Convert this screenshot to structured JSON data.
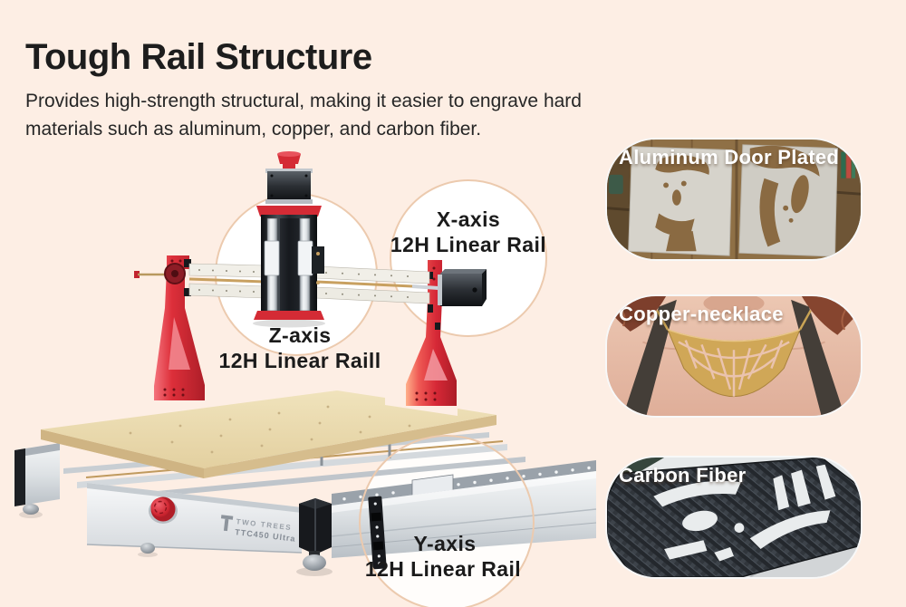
{
  "theme": {
    "background": "#fdeee4",
    "callout_ring": "#eccaae",
    "bracket_red": "#d8323c",
    "bed_tan": "#ead9ae",
    "frame_silver": "#e9ecee",
    "tower_black": "#1c1f24",
    "text_dark": "#1d1d1d",
    "label_white": "#ffffff"
  },
  "header": {
    "title": "Tough Rail Structure",
    "subtitle_line1": "Provides high-strength structural, making it easier to engrave hard",
    "subtitle_line2": "materials such as aluminum, copper, and carbon fiber."
  },
  "callouts": {
    "x_axis": {
      "line1": "X-axis",
      "line2": "12H Linear Rail"
    },
    "z_axis": {
      "line1": "Z-axis",
      "line2": "12H Linear Raill"
    },
    "y_axis": {
      "line1": "Y-axis",
      "line2": "12H Linear Rail"
    }
  },
  "machine": {
    "brand_line1": "TWO TREES",
    "brand_line2": "TTC450 Ultra"
  },
  "gallery": [
    {
      "label": "Aluminum Door Plated"
    },
    {
      "label": "Copper-necklace"
    },
    {
      "label": "Carbon Fiber"
    }
  ]
}
